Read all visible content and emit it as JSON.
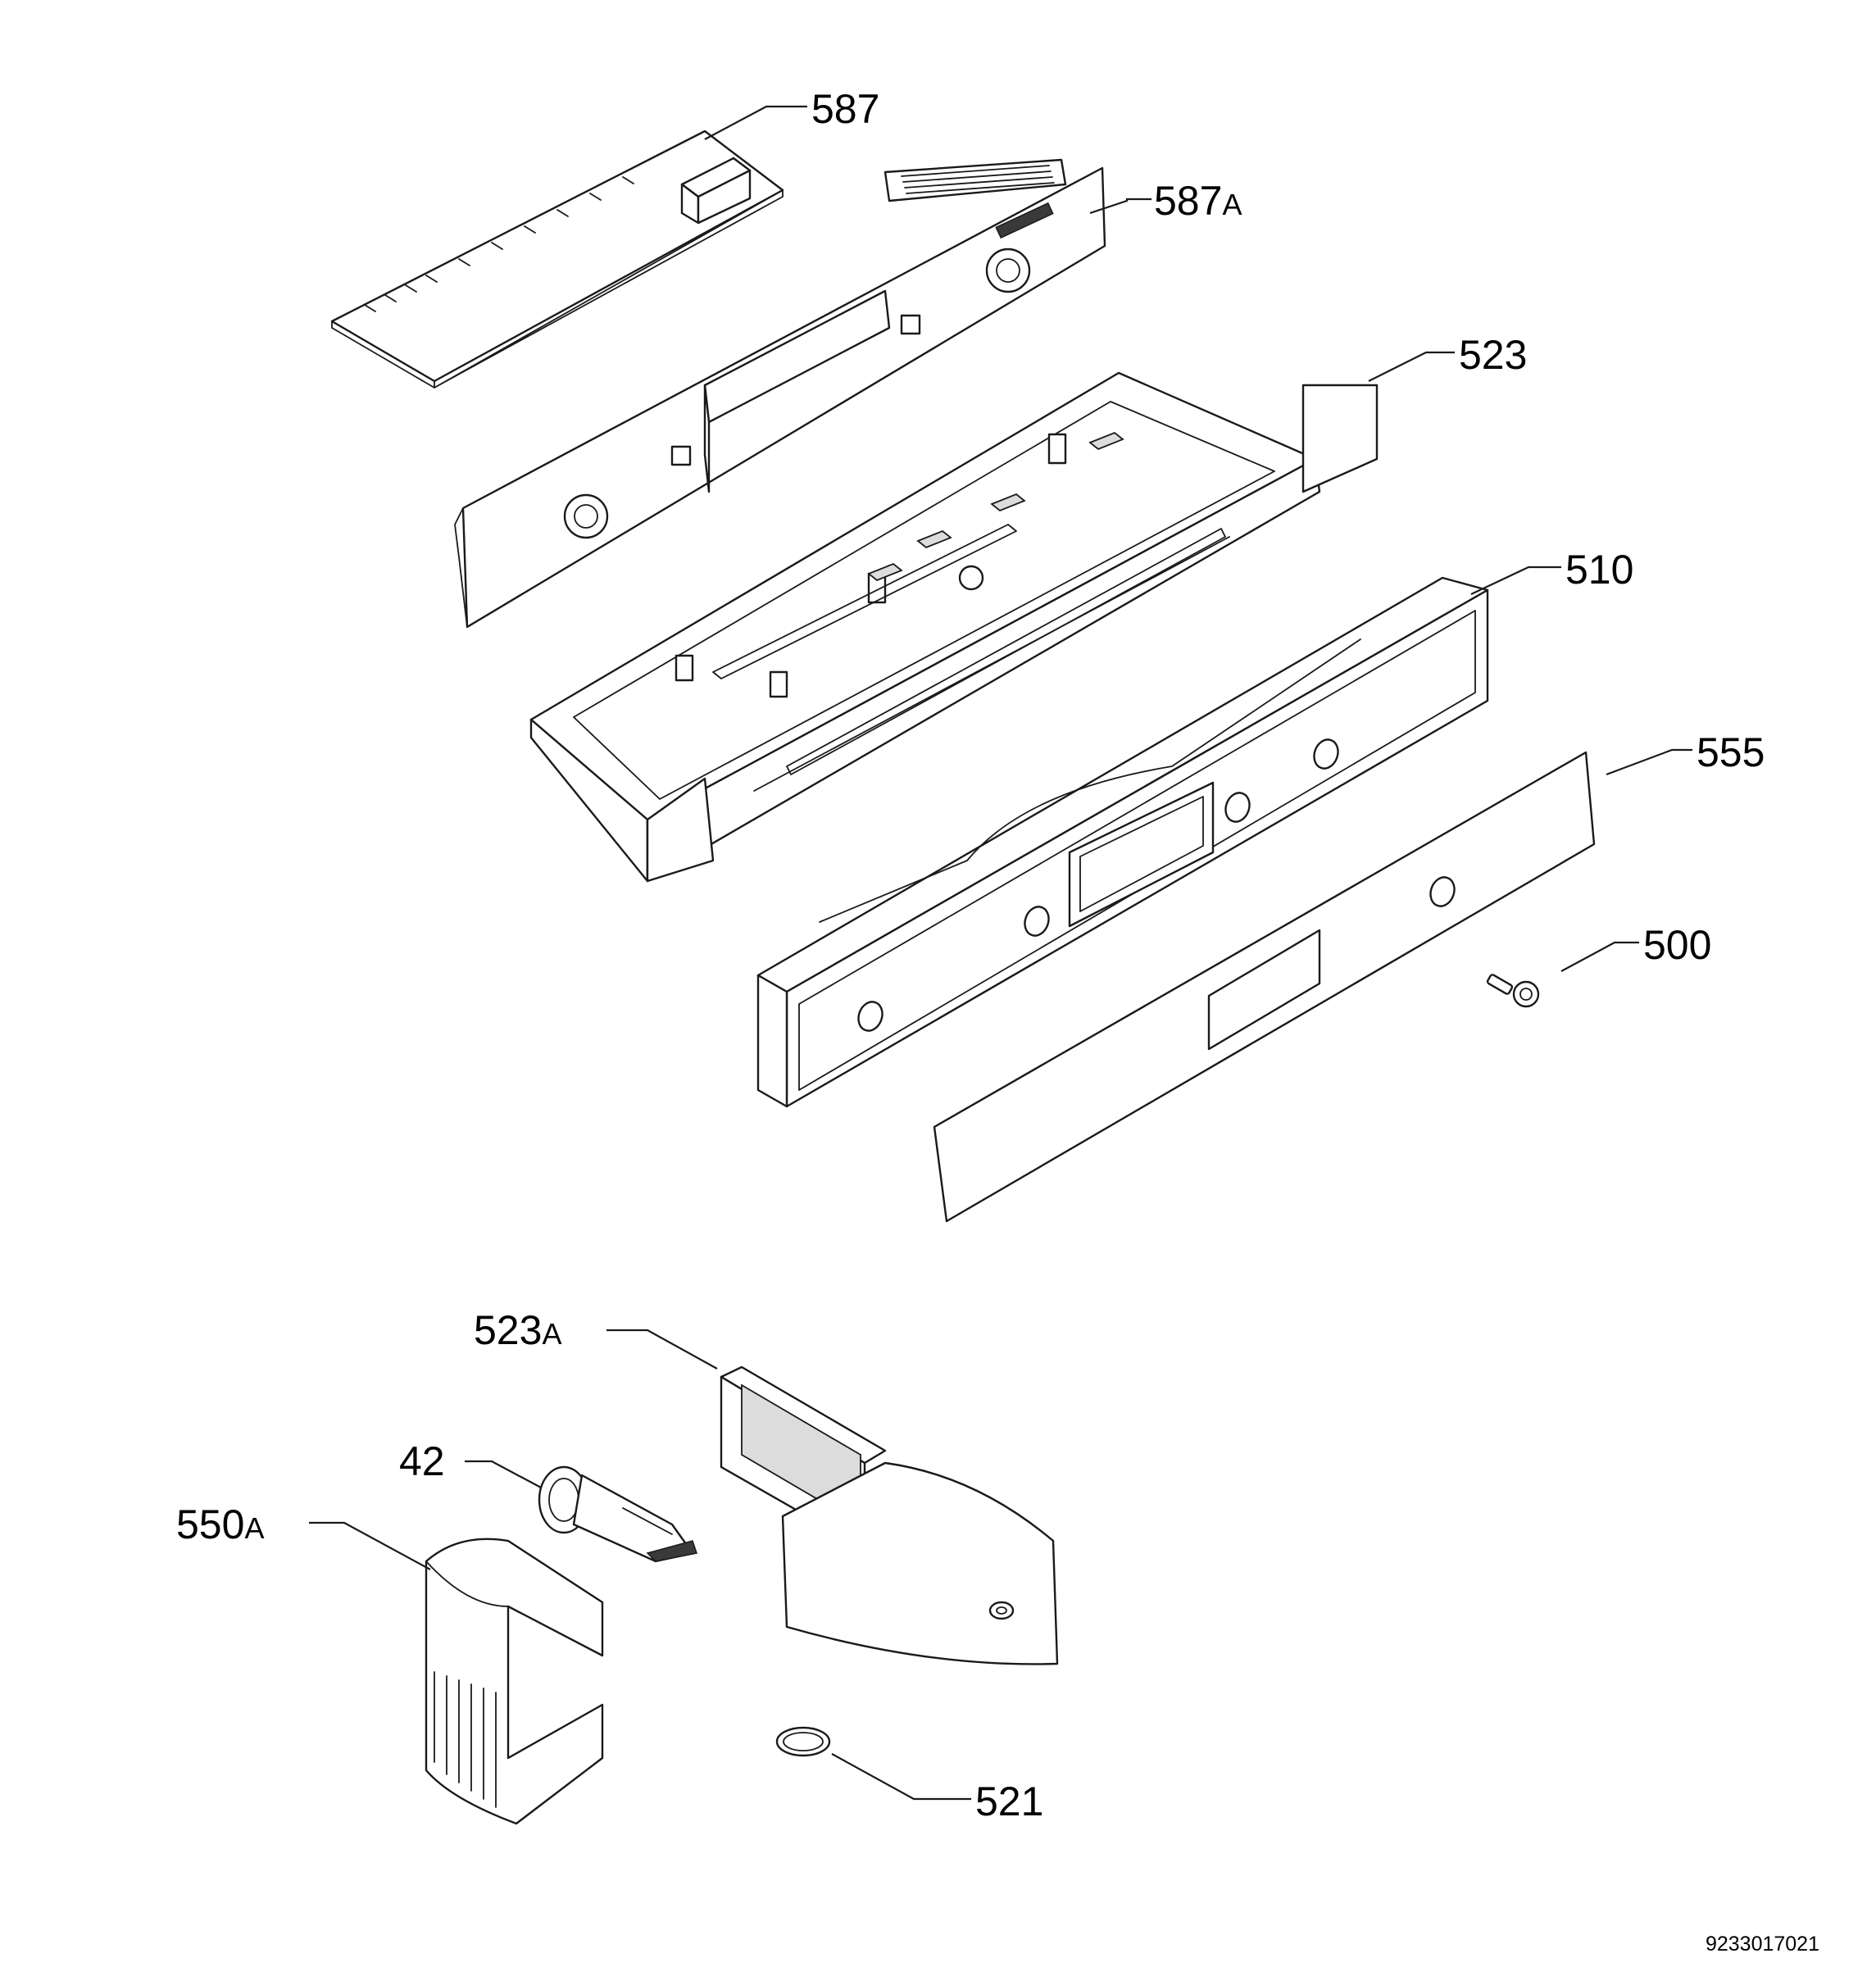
{
  "callouts": [
    {
      "id": "587",
      "number": "587",
      "suffix": ""
    },
    {
      "id": "587a",
      "number": "587",
      "suffix": "A"
    },
    {
      "id": "523",
      "number": "523",
      "suffix": ""
    },
    {
      "id": "510",
      "number": "510",
      "suffix": ""
    },
    {
      "id": "555",
      "number": "555",
      "suffix": ""
    },
    {
      "id": "500",
      "number": "500",
      "suffix": ""
    },
    {
      "id": "523a",
      "number": "523",
      "suffix": "A"
    },
    {
      "id": "42",
      "number": "42",
      "suffix": ""
    },
    {
      "id": "550a",
      "number": "550",
      "suffix": "A"
    },
    {
      "id": "521",
      "number": "521",
      "suffix": ""
    }
  ],
  "document_number": "9233017021"
}
